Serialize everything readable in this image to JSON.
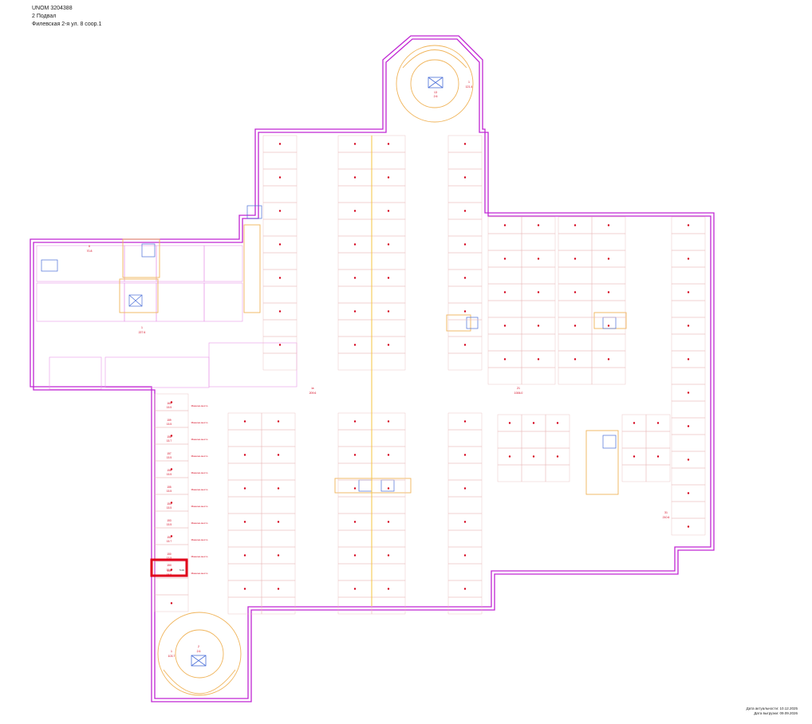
{
  "header": {
    "unom": "UNOM 3204388",
    "floor": "2 Подвал",
    "address": "Филевская 2-я ул. 8 соор.1"
  },
  "colors": {
    "outer_wall": "#c026d3",
    "inner_wall": "#e89ae8",
    "stair": "#f0b45a",
    "room_label": "#d4001a",
    "selection": "#e0001b",
    "elevator": "#4a6fd8",
    "axis": "#f4c542"
  },
  "icons": [
    "elevator-icon",
    "stair-icon",
    "ramp-icon"
  ],
  "rooms": {
    "ramp_top": {
      "num": "1",
      "area": "121.4"
    },
    "ramp_top_core": {
      "num": "13",
      "area": "2.6"
    },
    "ramp_bottom": {
      "num": "1",
      "area": "103.7"
    },
    "ramp_bottom_core": {
      "num": "2",
      "area": "2.6"
    },
    "hall": {
      "num": "1",
      "area": "227.6"
    },
    "hall_center": {
      "num": "Ia",
      "area": "209.6"
    },
    "right_hall": {
      "num": "21",
      "area": "1006.0"
    },
    "rt_room": {
      "num": "31",
      "area": "210.6"
    },
    "stair_w": {
      "num": "II",
      "area": "70.8"
    }
  },
  "places_col_label": "Машино-место",
  "lower_left_column": [
    {
      "num": "160",
      "area": "15.5"
    },
    {
      "num": "159",
      "area": "15.5"
    },
    {
      "num": "158",
      "area": "15.7"
    },
    {
      "num": "157",
      "area": "15.5"
    },
    {
      "num": "156",
      "area": "15.5"
    },
    {
      "num": "155",
      "area": "15.5"
    },
    {
      "num": "154",
      "area": "15.5"
    },
    {
      "num": "153",
      "area": "15.5"
    },
    {
      "num": "152",
      "area": "15.7"
    },
    {
      "num": "150",
      "area": "15.5"
    },
    {
      "num": "149",
      "area": "15.5"
    }
  ],
  "selected_room": {
    "num": "150",
    "area": "15.5",
    "dim": "5.00"
  },
  "footer": {
    "actual_date": "Дата актуальности: 10.12.2025",
    "issue_date": "Дата выгрузки: 09.09.2026"
  }
}
